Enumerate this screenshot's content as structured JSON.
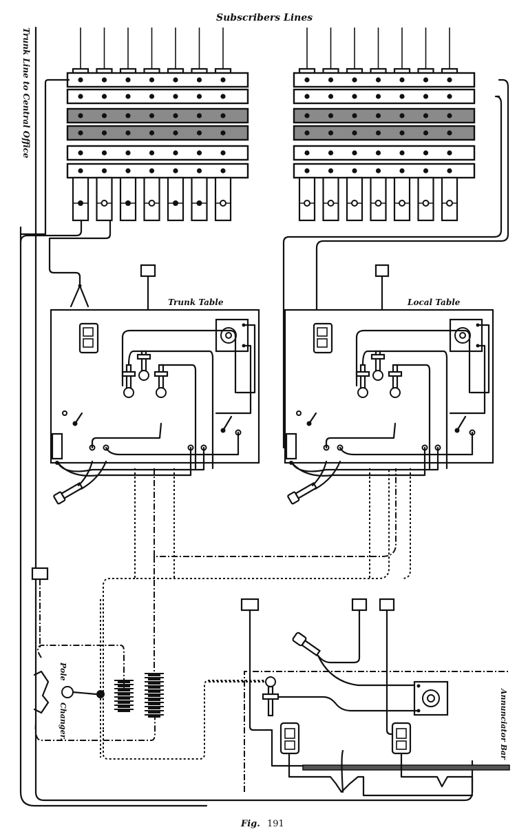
{
  "figure": {
    "caption_prefix": "Fig.",
    "caption_number": "191",
    "colors": {
      "ink": "#111111",
      "paper": "#ffffff",
      "shaded_strip": "#8a8a8a"
    }
  },
  "labels": {
    "subscribers_lines": "Subscribers Lines",
    "trunk_line": "Trunk Line to Central Office",
    "trunk_table": "Trunk Table",
    "local_table": "Local Table",
    "pole_changer_1": "Pole",
    "pole_changer_2": "Changer.",
    "annunciator_bar": "Annunciator Bar"
  },
  "jack_boards": [
    {
      "id": "left",
      "lines": 7,
      "strips": 6,
      "shaded_strips": [
        3,
        4
      ],
      "drops_closed": [
        1,
        3,
        5,
        6
      ],
      "drops_open": [
        2,
        4,
        7
      ]
    },
    {
      "id": "right",
      "lines": 7,
      "strips": 6,
      "shaded_strips": [
        3,
        4
      ],
      "drops_closed": [],
      "drops_open": [
        1,
        2,
        3,
        4,
        5,
        6,
        7
      ]
    }
  ],
  "tables": [
    {
      "id": "trunk",
      "components": [
        "induction-coil",
        "key",
        "plugs",
        "generator-key",
        "transmitter",
        "receiver-hook",
        "buzzer"
      ]
    },
    {
      "id": "local",
      "components": [
        "induction-coil",
        "key",
        "plugs",
        "generator-key",
        "transmitter",
        "receiver-hook",
        "buzzer"
      ]
    }
  ]
}
